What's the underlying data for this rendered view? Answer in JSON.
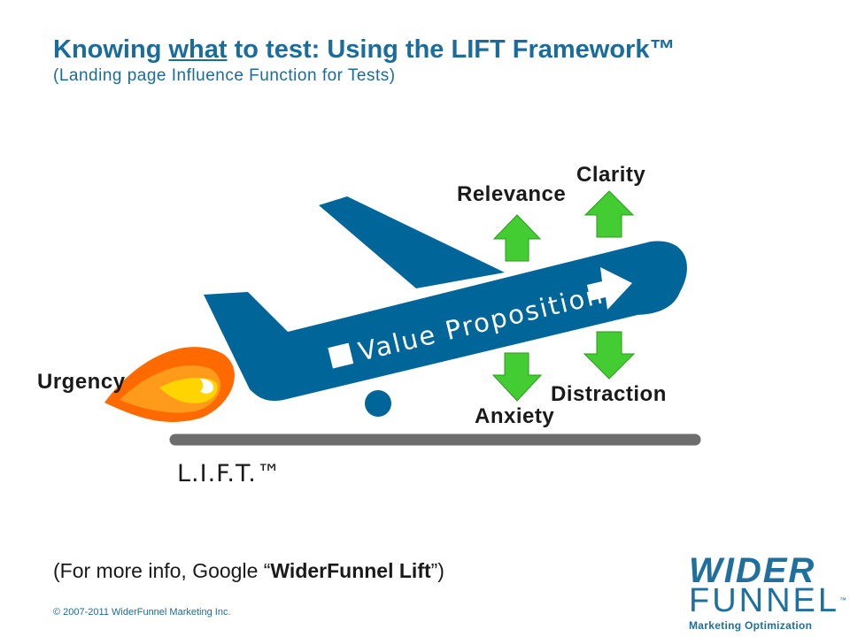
{
  "header": {
    "title_pre": "Knowing ",
    "title_underlined": "what",
    "title_post": " to test: Using the LIFT Framework™",
    "subtitle": "(Landing page Influence Function for Tests)"
  },
  "diagram": {
    "plane_label": "Value Proposition",
    "factors": {
      "relevance": "Relevance",
      "clarity": "Clarity",
      "urgency": "Urgency",
      "anxiety": "Anxiety",
      "distraction": "Distraction"
    },
    "framework_name": "L.I.F.T.™"
  },
  "footer": {
    "info_pre": "(For more info, Google “",
    "info_bold": "WiderFunnel Lift",
    "info_post": "”)",
    "copyright": "© 2007-2011 WiderFunnel Marketing Inc."
  },
  "logo": {
    "line1": "WIDER",
    "line2": "FUNNEL",
    "tm": "™",
    "tagline": "Marketing Optimization"
  },
  "colors": {
    "title": "#1a6c9c",
    "plane": "#006699",
    "arrow_up_down": "#44cc33",
    "runway": "#6d6d6d",
    "flame_outer": "#ff6a00",
    "flame_inner": "#ffd400"
  }
}
